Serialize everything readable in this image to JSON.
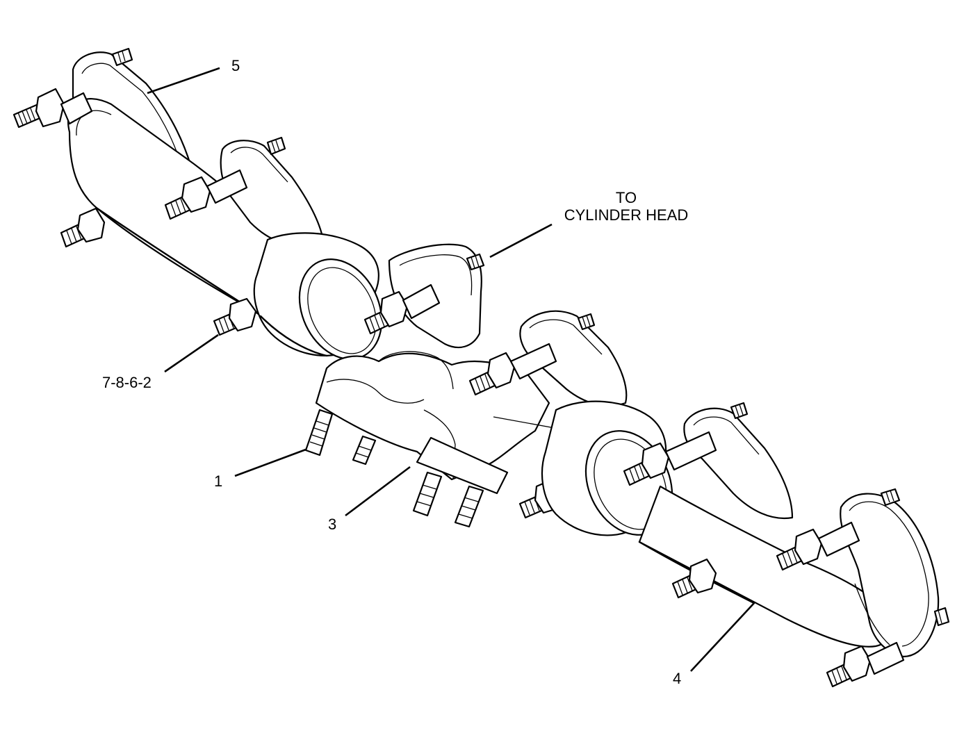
{
  "callouts": {
    "c5": "5",
    "c_to": "TO",
    "c_cyl": "CYLINDER HEAD",
    "c7862": "7-8-6-2",
    "c1": "1",
    "c3": "3",
    "c4": "4"
  }
}
